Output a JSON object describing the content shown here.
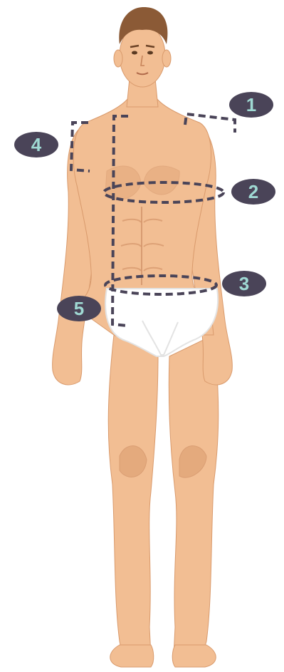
{
  "colors": {
    "skin": "#F2BE93",
    "skin_shadow": "#D99A6C",
    "skin_dark": "#C7845A",
    "hair": "#8B5A36",
    "underwear": "#FFFFFF",
    "underwear_shade": "#E3E3E3",
    "measure_line": "#4A4458",
    "badge_fill": "#4A4458",
    "badge_text": "#9FD9D3"
  },
  "markers": [
    {
      "label": "1",
      "meaning": "shoulder"
    },
    {
      "label": "2",
      "meaning": "chest"
    },
    {
      "label": "3",
      "meaning": "waist"
    },
    {
      "label": "4",
      "meaning": "upper-arm"
    },
    {
      "label": "5",
      "meaning": "torso-length"
    }
  ]
}
